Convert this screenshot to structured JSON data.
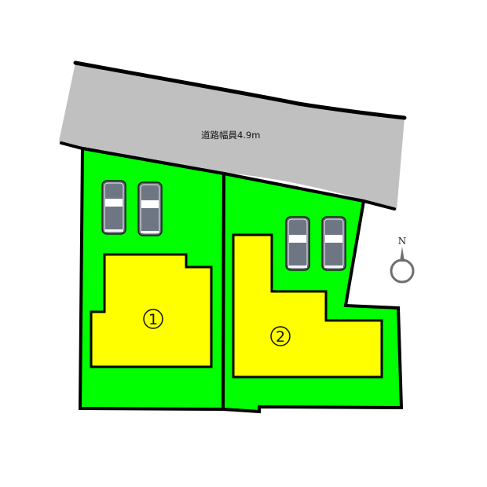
{
  "diagram": {
    "type": "site-plan",
    "road": {
      "label": "道路幅員4.9m",
      "color": "#c0c0c0"
    },
    "lots": [
      {
        "id": "lot-1",
        "label": "1",
        "building_color": "#ffff00",
        "yard_color": "#00ff00",
        "parking_spaces": 2
      },
      {
        "id": "lot-2",
        "label": "2",
        "building_color": "#ffff00",
        "yard_color": "#00ff00",
        "parking_spaces": 2
      }
    ],
    "compass": {
      "label": "N",
      "color": "#6e6e6e"
    },
    "colors": {
      "outline": "#000000",
      "car_body": "#6d7682",
      "car_glass": "#ffffff"
    }
  }
}
